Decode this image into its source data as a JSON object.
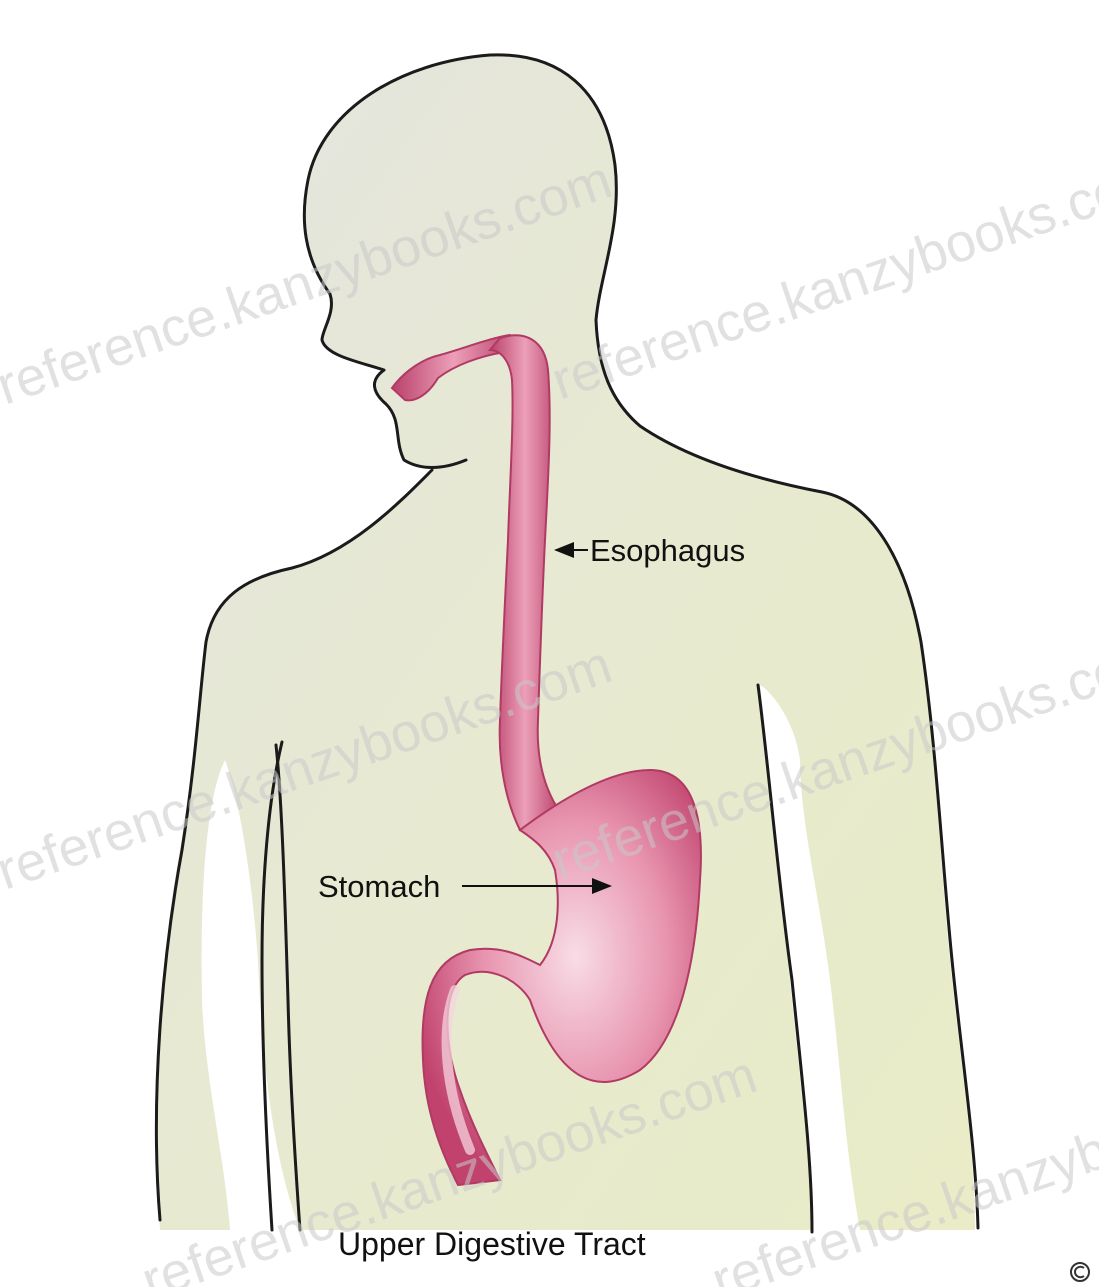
{
  "labels": {
    "esophagus": "Esophagus",
    "stomach": "Stomach",
    "caption": "Upper Digestive Tract"
  },
  "watermark": {
    "text": "reference.kanzybooks.com"
  },
  "colors": {
    "background": "#ffffff",
    "skin_light": "#e6e6dc",
    "skin_yellow": "#e8ebc8",
    "outline": "#1a1a1a",
    "organ_pink": "#e691ab",
    "organ_dark": "#c24670",
    "organ_light": "#f6d3de"
  },
  "icons": {
    "corner_mark": "copyright-mark-icon"
  }
}
